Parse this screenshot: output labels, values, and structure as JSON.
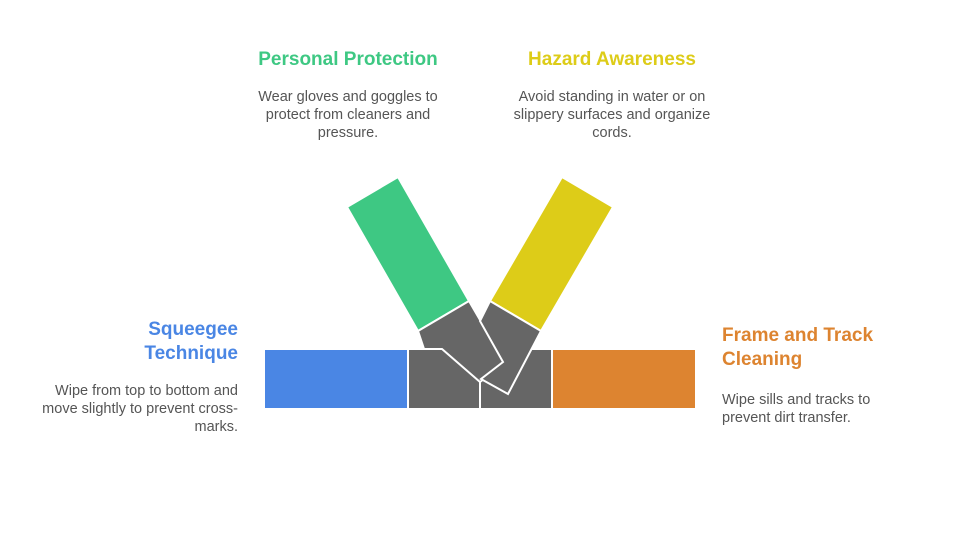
{
  "items": {
    "personal_protection": {
      "title": "Personal Protection",
      "description": "Wear gloves and goggles to protect from cleaners and pressure.",
      "color": "#3ec883"
    },
    "hazard_awareness": {
      "title": "Hazard Awareness",
      "description": "Avoid standing in water or on slippery surfaces and organize cords.",
      "color": "#ddcc18"
    },
    "squeegee_technique": {
      "title": "Squeegee Technique",
      "description": "Wipe from top to bottom and move slightly to prevent cross-marks.",
      "color": "#4a86e4"
    },
    "frame_track_cleaning": {
      "title": "Frame and Track Cleaning",
      "description": "Wipe sills and tracks to prevent dirt transfer.",
      "color": "#dd8430"
    }
  },
  "hub_color": "#666666"
}
